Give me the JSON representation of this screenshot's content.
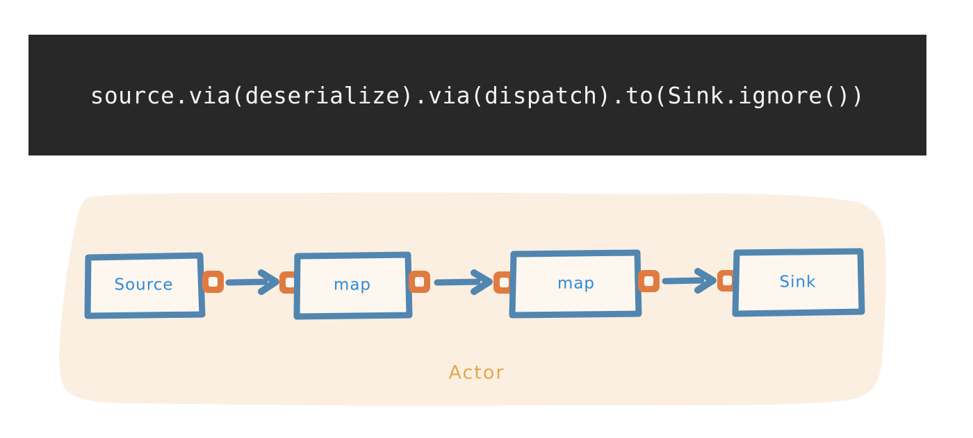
{
  "code": {
    "text": "source.via(deserialize).via(dispatch).to(Sink.ignore())",
    "background": "#282828",
    "foreground": "#f2f2f2"
  },
  "diagram": {
    "title": "akka-streams-actor-pipeline",
    "blob_color": "#fbefe1",
    "box_stroke": "#5186b0",
    "box_fill": "#fdf7f0",
    "port_color": "#e07b40",
    "port_hole": "#fdf7f0",
    "arrow_color": "#5186b0",
    "label_color": "#2e8bd6",
    "actor_color": "#e0a94e",
    "actor_label": "Actor",
    "nodes": [
      {
        "id": "source",
        "label": "Source",
        "ports": [
          "out"
        ]
      },
      {
        "id": "map-1",
        "label": "map",
        "ports": [
          "in",
          "out"
        ]
      },
      {
        "id": "map-2",
        "label": "map",
        "ports": [
          "in",
          "out"
        ]
      },
      {
        "id": "sink",
        "label": "Sink",
        "ports": [
          "in"
        ]
      }
    ],
    "arrows": [
      {
        "from": "source",
        "to": "map-1"
      },
      {
        "from": "map-1",
        "to": "map-2"
      },
      {
        "from": "map-2",
        "to": "sink"
      }
    ]
  }
}
